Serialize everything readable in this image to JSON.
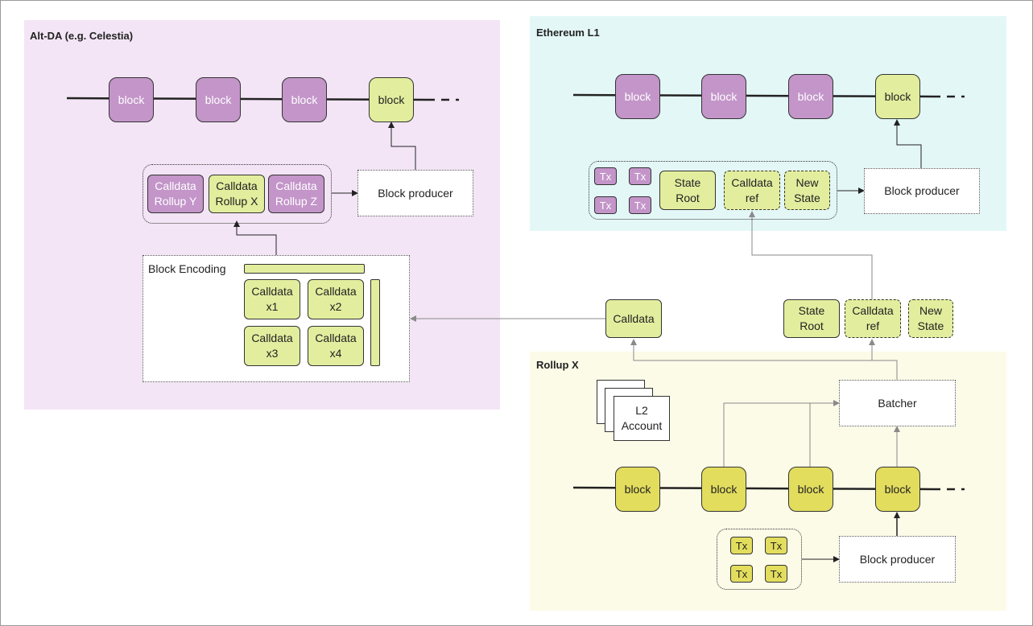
{
  "regions": {
    "altda": {
      "title": "Alt-DA (e.g. Celestia)",
      "color": "#f3e5f5"
    },
    "ethereum": {
      "title": "Ethereum L1",
      "color": "#e4f7f7"
    },
    "rollup": {
      "title": "Rollup X",
      "color": "#fcfbe8"
    }
  },
  "altda_chain": {
    "blocks": [
      "block",
      "block",
      "block",
      "block"
    ]
  },
  "altda_calldata_group": {
    "items": [
      "Calldata\nRollup Y",
      "Calldata\nRollup X",
      "Calldata\nRollup Z"
    ]
  },
  "altda_block_producer": "Block producer",
  "block_encoding": {
    "title": "Block Encoding",
    "items": [
      "Calldata\nx1",
      "Calldata\nx2",
      "Calldata\nx3",
      "Calldata\nx4"
    ]
  },
  "eth_chain": {
    "blocks": [
      "block",
      "block",
      "block",
      "block"
    ]
  },
  "eth_group": {
    "txs": [
      "Tx",
      "Tx",
      "Tx",
      "Tx"
    ],
    "state_root": "State\nRoot",
    "calldata_ref": "Calldata\nref",
    "new_state": "New\nState"
  },
  "eth_block_producer": "Block producer",
  "calldata": "Calldata",
  "batch": {
    "state_root": "State\nRoot",
    "calldata_ref": "Calldata\nref",
    "new_state": "New\nState"
  },
  "batcher": "Batcher",
  "l2_account": "L2\nAccount",
  "rollup_chain": {
    "blocks": [
      "block",
      "block",
      "block",
      "block"
    ]
  },
  "rollup_txs": [
    "Tx",
    "Tx",
    "Tx",
    "Tx"
  ],
  "rollup_block_producer": "Block producer",
  "colors": {
    "purple": "#c395c9",
    "lime": "#e2ee9e",
    "yellow": "#e3dd5e",
    "line": "#222222",
    "arrow_grey": "#8a8a8a"
  }
}
